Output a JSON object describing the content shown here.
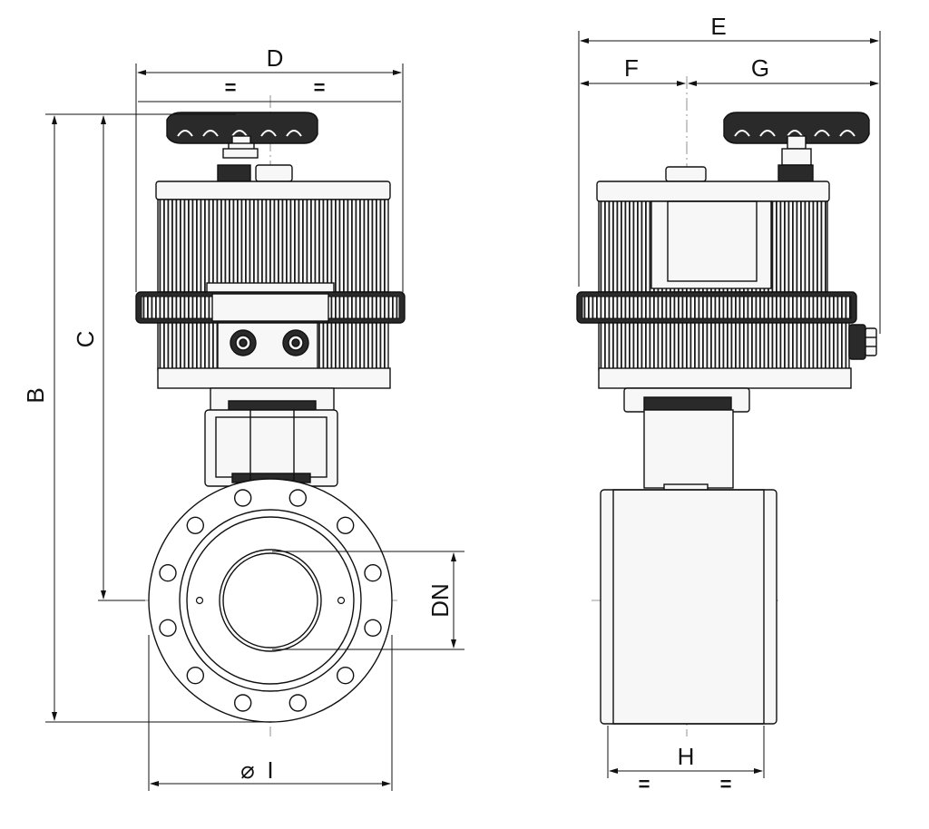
{
  "labels": {
    "D": "D",
    "B": "B",
    "C": "C",
    "DN": "DN",
    "I": "I",
    "diameter_symbol": "⌀",
    "E": "E",
    "F": "F",
    "G": "G",
    "H": "H",
    "equal": "="
  }
}
